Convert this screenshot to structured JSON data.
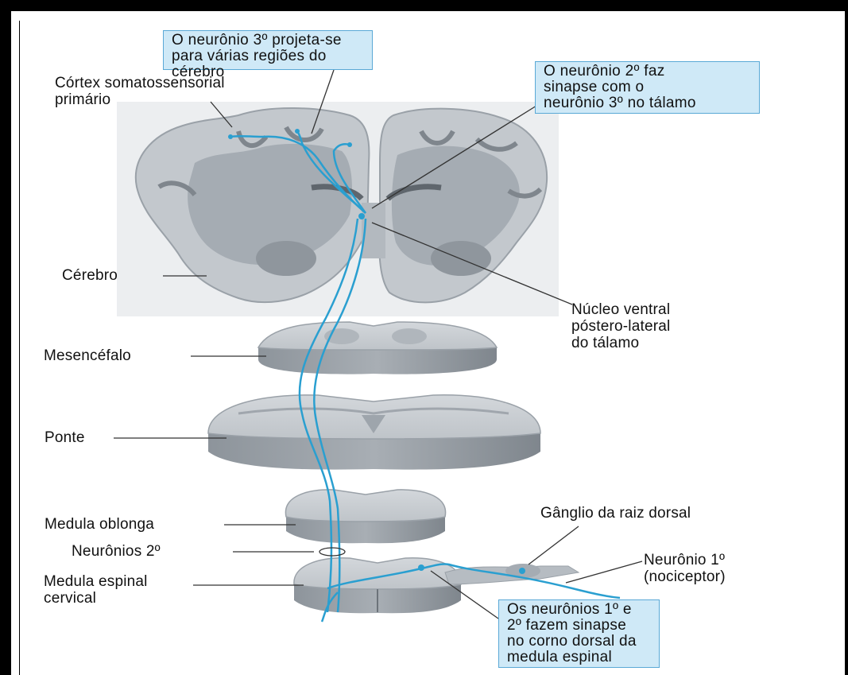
{
  "callouts": {
    "third_neuron": "O neurônio 3º projeta-se\npara várias regiões do cérebro",
    "second_neuron_synapse": "O neurônio 2º faz\nsinapse com o\nneurônio 3º no tálamo",
    "dorsal_horn_synapse": "Os neurônios 1º e\n2º fazem sinapse\nno corno dorsal da\nmedula espinal"
  },
  "labels": {
    "cortex": "Córtex somatossensorial\nprimário",
    "cerebro": "Cérebro",
    "nucleus": "Núcleo ventral\npóstero-lateral\ndo tálamo",
    "mesencefalo": "Mesencéfalo",
    "ponte": "Ponte",
    "medula_oblonga": "Medula oblonga",
    "neuronios_2": "Neurônios 2º",
    "medula_espinal": "Medula espinal\ncervical",
    "ganglio": "Gânglio da raiz dorsal",
    "neuronio_1": "Neurônio 1º\n(nociceptor)"
  },
  "colors": {
    "pathway": "#2a9fd0",
    "tissue_light": "#c9cdd1",
    "tissue_mid": "#a9afb5",
    "tissue_dark": "#858c93",
    "callout_fill": "#cfe9f7"
  }
}
